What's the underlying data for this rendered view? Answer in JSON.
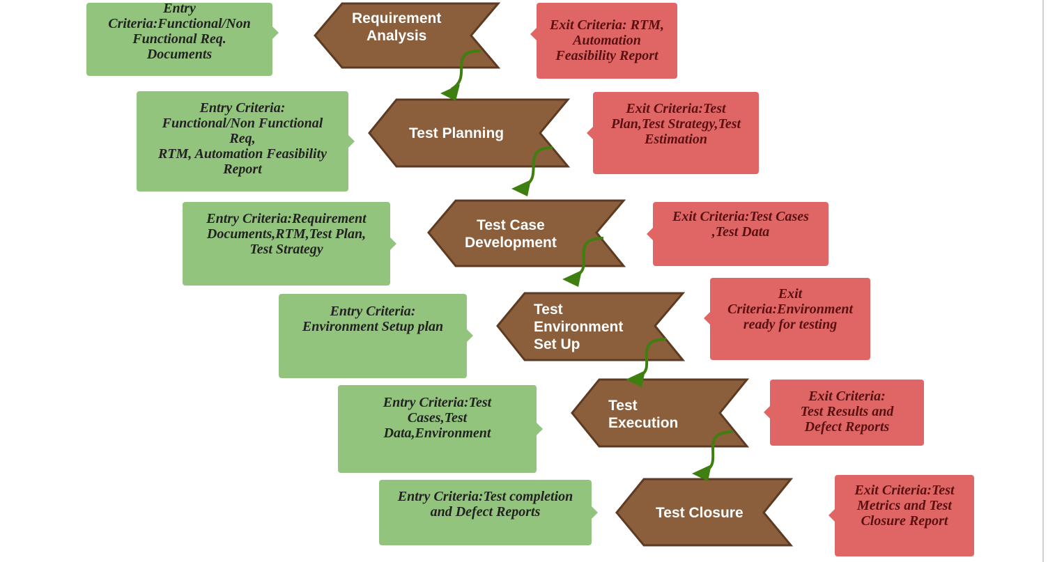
{
  "stages": [
    {
      "name": "Requirement\nAnalysis",
      "entry": "Entry\nCriteria:Functional/Non\nFunctional Req.\nDocuments",
      "exit": "Exit Criteria: RTM,\nAutomation\nFeasibility Report"
    },
    {
      "name": "Test Planning",
      "entry": "Entry Criteria:\nFunctional/Non Functional\nReq,\nRTM, Automation Feasibility\nReport",
      "exit": "Exit Criteria:Test\nPlan,Test Strategy,Test\nEstimation"
    },
    {
      "name": "Test Case\nDevelopment",
      "entry": "Entry Criteria:Requirement\nDocuments,RTM,Test Plan,\nTest Strategy",
      "exit": "Exit Criteria:Test Cases\n,Test Data"
    },
    {
      "name": "Test\nEnvironment\nSet Up",
      "entry": "Entry Criteria:\nEnvironment Setup plan",
      "exit": "Exit\nCriteria:Environment\nready for testing"
    },
    {
      "name": "Test\nExecution",
      "entry": "Entry Criteria:Test\nCases,Test\nData,Environment",
      "exit": "Exit Criteria:\nTest Results and\nDefect Reports"
    },
    {
      "name": "Test Closure",
      "entry": "Entry Criteria:Test completion\nand Defect Reports",
      "exit": "Exit Criteria:Test\nMetrics and Test\nClosure Report"
    }
  ],
  "colors": {
    "entry_box": "#93c47d",
    "exit_box": "#e06666",
    "stage_fill": "#8b5e3c",
    "stage_stroke": "#5c3b22",
    "connector": "#3f7f10"
  }
}
